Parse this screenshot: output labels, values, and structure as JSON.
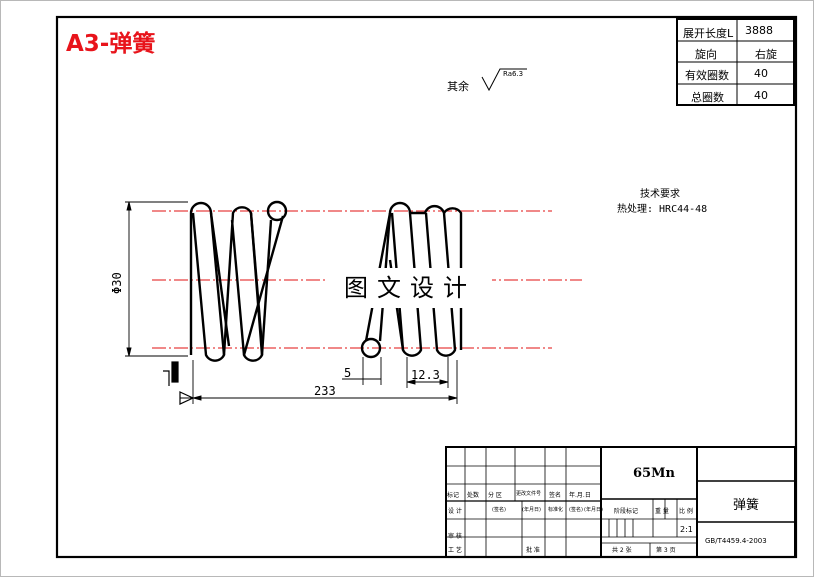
{
  "sheet_title": "A3-弹簧",
  "surface_note": {
    "prefix": "其余",
    "roughness": "Ra6.3"
  },
  "spring_properties": [
    {
      "label": "展开长度L",
      "value": "3888"
    },
    {
      "label": "旋向",
      "value": "右旋"
    },
    {
      "label": "有效圈数",
      "value": "40"
    },
    {
      "label": "总圈数",
      "value": "40"
    }
  ],
  "technical_requirements": {
    "heading": "技术要求",
    "heat_treatment": "热处理: HRC44-48"
  },
  "dimensions": {
    "diameter": "Φ30",
    "length": "233",
    "wire": "5",
    "pitch": "12.3"
  },
  "watermark": "图文设计",
  "title_block": {
    "material": "65Mn",
    "part_name": "弹簧",
    "standard": "GB/T4459.4-2003",
    "scale": "2:1",
    "revision_headers": [
      "标记",
      "处数",
      "分 区",
      "更改文件号",
      "签名",
      "年.月.日"
    ],
    "design_row": [
      "设 计",
      "(签名)",
      "(年月日)",
      "标准化",
      "(签名)",
      "(年月日)"
    ],
    "check_label": "审 核",
    "process_label": "工 艺",
    "approve_label": "批 准",
    "stage_label": "阶段标记",
    "weight_label": "重 量",
    "scale_label": "比 例",
    "sheets_total": "共 2 张",
    "sheet_no": "第 3 页"
  }
}
